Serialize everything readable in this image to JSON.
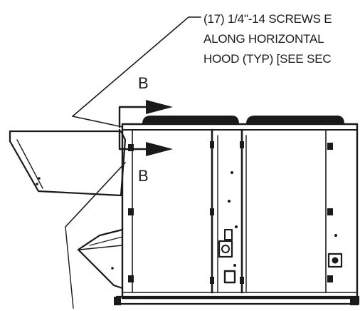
{
  "note": {
    "line1": "(17) 1/4\"-14 SCREWS E",
    "line2": "ALONG HORIZONTAL",
    "line3": "HOOD (TYP) [SEE SEC"
  },
  "section_marks": {
    "upper": "B",
    "lower": "B"
  },
  "colors": {
    "ink": "#1a1a1a",
    "background": "#ffffff"
  }
}
